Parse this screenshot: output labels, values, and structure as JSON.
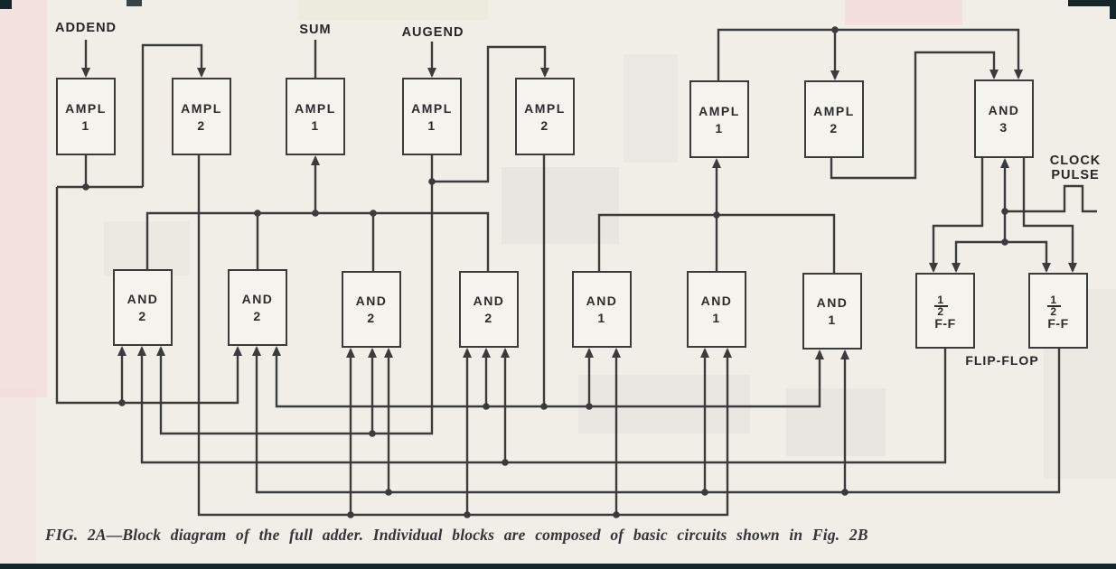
{
  "figure": {
    "caption": "FIG. 2A—Block diagram of the full adder. Individual blocks are composed of basic circuits shown in Fig. 2B"
  },
  "labels": {
    "addend": "ADDEND",
    "sum": "SUM",
    "augend": "AUGEND",
    "clock_line1": "CLOCK",
    "clock_line2": "PULSE",
    "flip_flop": "FLIP-FLOP"
  },
  "blocks": {
    "top_row": [
      {
        "id": "ampl1-addend",
        "line1": "AMPL",
        "line2": "1"
      },
      {
        "id": "ampl2-addend",
        "line1": "AMPL",
        "line2": "2"
      },
      {
        "id": "ampl1-sum",
        "line1": "AMPL",
        "line2": "1"
      },
      {
        "id": "ampl1-augend",
        "line1": "AMPL",
        "line2": "1"
      },
      {
        "id": "ampl2-augend",
        "line1": "AMPL",
        "line2": "2"
      },
      {
        "id": "ampl1-carry",
        "line1": "AMPL",
        "line2": "1"
      },
      {
        "id": "ampl2-carry",
        "line1": "AMPL",
        "line2": "2"
      },
      {
        "id": "and-3",
        "line1": "AND",
        "line2": "3"
      }
    ],
    "middle_row": [
      {
        "id": "and2-1",
        "line1": "AND",
        "line2": "2"
      },
      {
        "id": "and2-2",
        "line1": "AND",
        "line2": "2"
      },
      {
        "id": "and2-3",
        "line1": "AND",
        "line2": "2"
      },
      {
        "id": "and2-4",
        "line1": "AND",
        "line2": "2"
      },
      {
        "id": "and1-1",
        "line1": "AND",
        "line2": "1"
      },
      {
        "id": "and1-2",
        "line1": "AND",
        "line2": "1"
      },
      {
        "id": "and1-3",
        "line1": "AND",
        "line2": "1"
      }
    ],
    "flipflops": [
      {
        "id": "half-ff-1",
        "num": "1",
        "den": "2",
        "suffix": "F-F"
      },
      {
        "id": "half-ff-2",
        "num": "1",
        "den": "2",
        "suffix": "F-F"
      }
    ]
  },
  "colors": {
    "paper": "#f0eee7",
    "wire": "#3b3b3e",
    "box_fill": "#f5f3ed",
    "text": "#2b2b2e",
    "edge_mark": "#15262b"
  }
}
